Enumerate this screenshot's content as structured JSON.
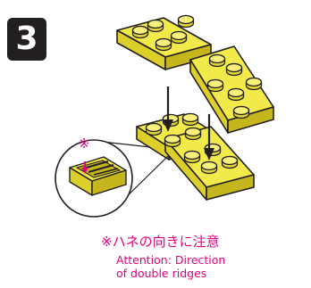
{
  "step_number": "3",
  "inset_mark": "※",
  "note": {
    "japanese": "※ハネの向きに注意",
    "english_line1": "Attention: Direction",
    "english_line2": "of double ridges"
  },
  "colors": {
    "brick_top": "#f1ea4a",
    "brick_side": "#dccf2a",
    "brick_front": "#c4b61c",
    "outline": "#231f20",
    "accent": "#e4007f"
  }
}
